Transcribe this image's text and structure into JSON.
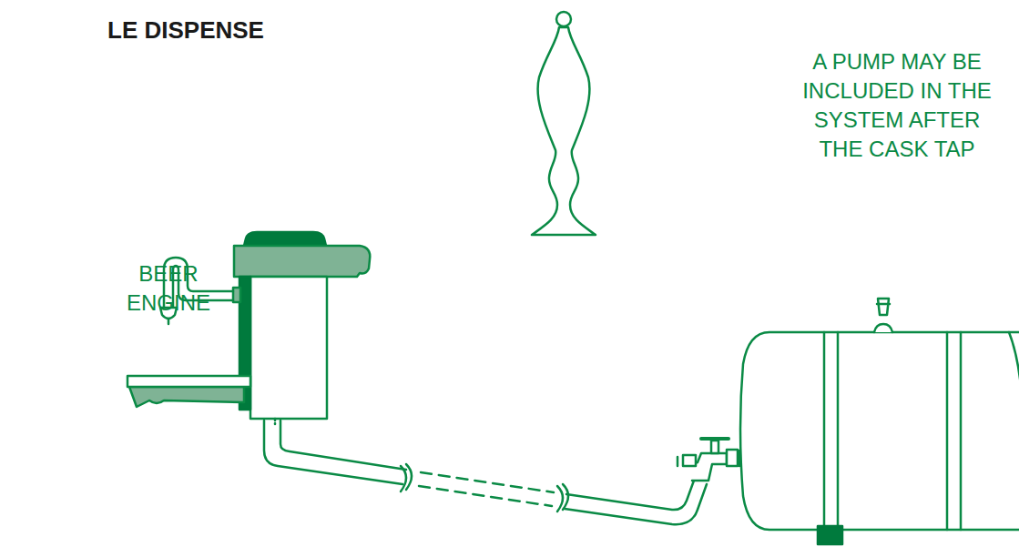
{
  "diagram": {
    "title": "LE DISPENSE",
    "labels": [
      "BEER ENGINE",
      "A PUMP MAY BE INCLUDED IN THE SYSTEM AFTER THE CASK TAP"
    ]
  }
}
